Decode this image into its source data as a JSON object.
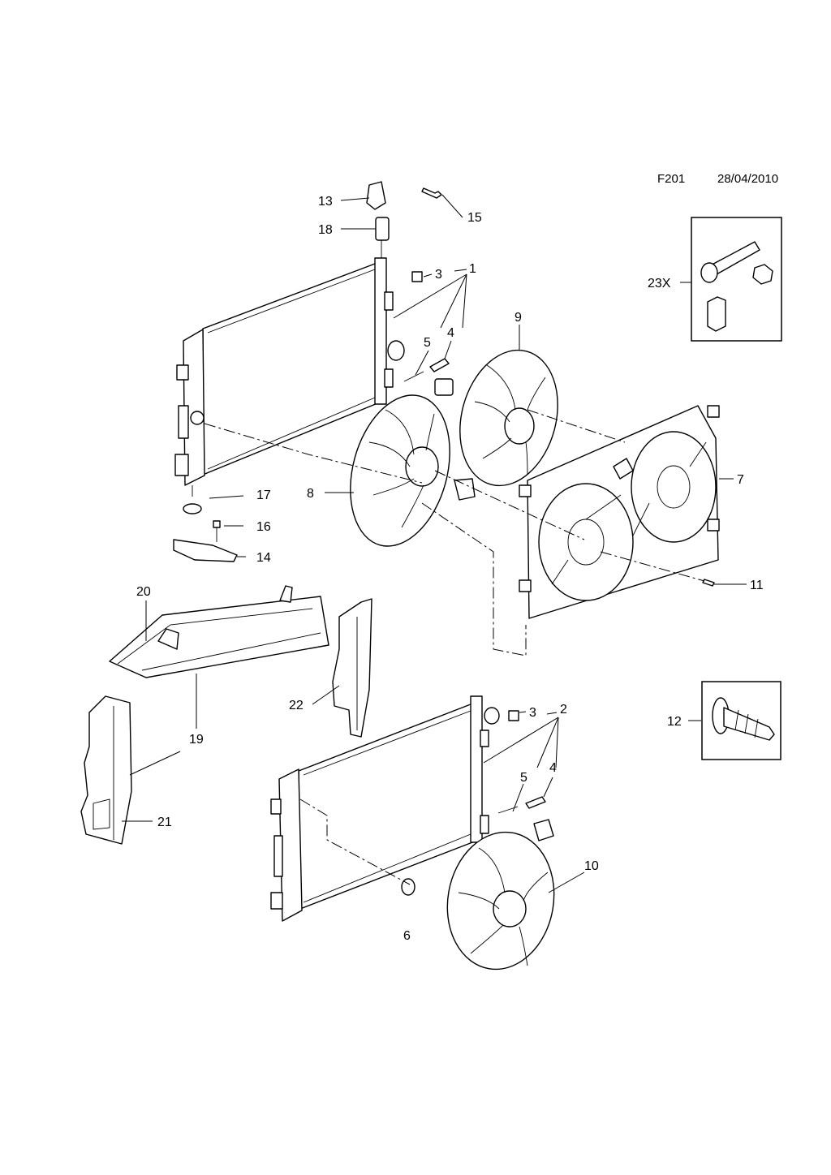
{
  "header": {
    "code": "F201",
    "date": "28/04/2010"
  },
  "callouts": {
    "c1": "1",
    "c2": "2",
    "c3a": "3",
    "c3b": "3",
    "c4a": "4",
    "c4b": "4",
    "c5a": "5",
    "c5b": "5",
    "c6": "6",
    "c7": "7",
    "c8": "8",
    "c9": "9",
    "c10": "10",
    "c11": "11",
    "c12": "12",
    "c13": "13",
    "c14": "14",
    "c15": "15",
    "c16": "16",
    "c17": "17",
    "c18": "18",
    "c19": "19",
    "c20": "20",
    "c21": "21",
    "c22": "22",
    "c23": "23X"
  }
}
